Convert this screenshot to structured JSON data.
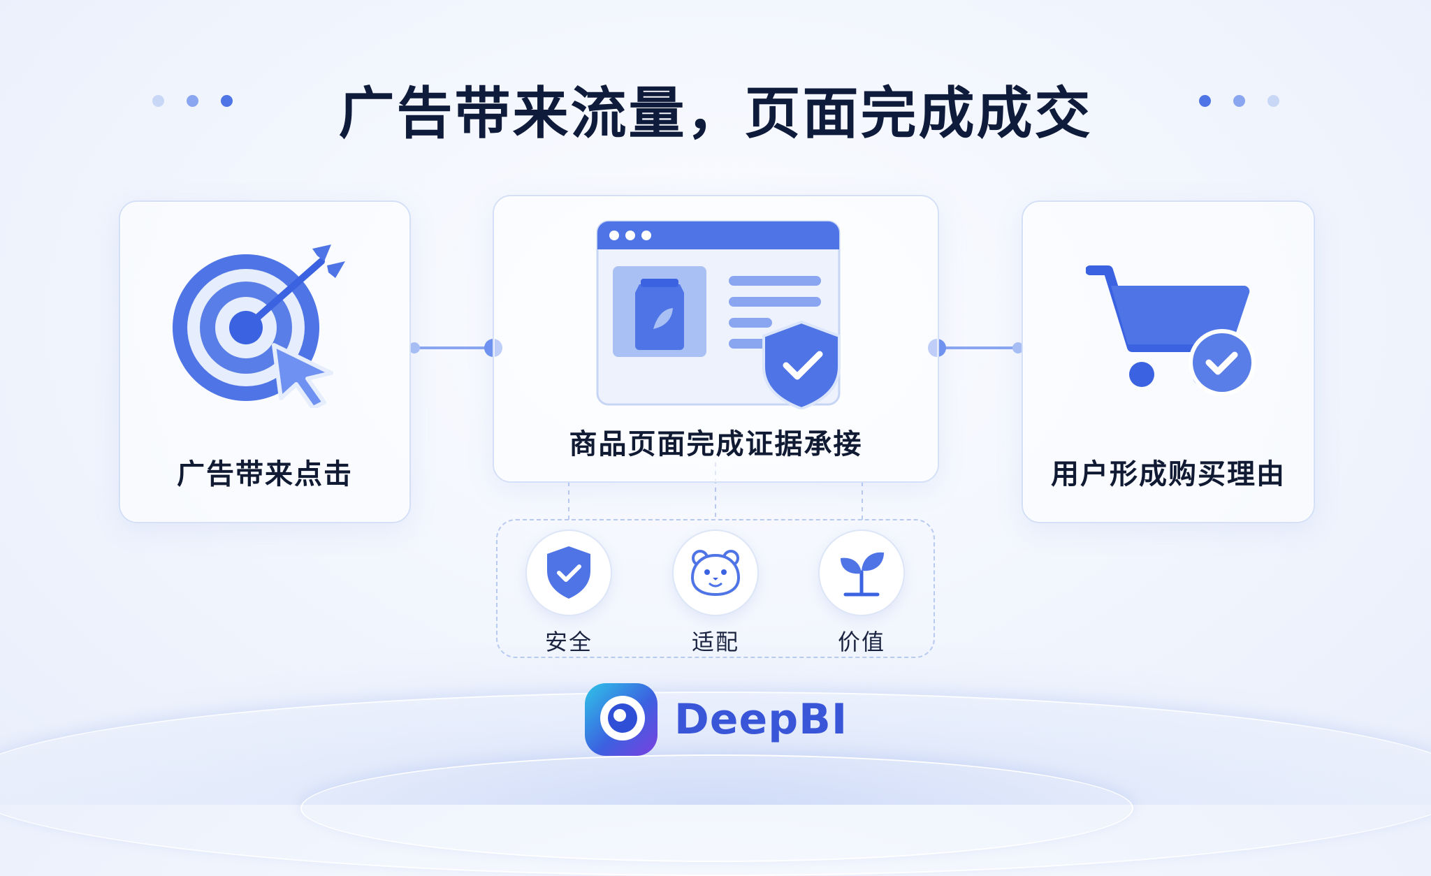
{
  "title": "广告带来流量，页面完成成交",
  "colors": {
    "primary": "#3b62e0",
    "primary_light": "#6f92f2",
    "accent_soft": "#c9d7f7",
    "title_text": "#0f1b3a",
    "brand": "#3a56d8"
  },
  "cards": [
    {
      "label": "广告带来点击",
      "icon": "target-arrow-cursor-icon"
    },
    {
      "label": "商品页面完成证据承接",
      "icon": "product-page-shield-icon"
    },
    {
      "label": "用户形成购买理由",
      "icon": "shopping-cart-check-icon"
    }
  ],
  "features": [
    {
      "label": "安全",
      "icon": "shield-check-icon"
    },
    {
      "label": "适配",
      "icon": "hamster-face-icon"
    },
    {
      "label": "价值",
      "icon": "sprout-icon"
    }
  ],
  "brand": {
    "name": "DeepBI",
    "icon": "deepbi-logo-icon"
  }
}
